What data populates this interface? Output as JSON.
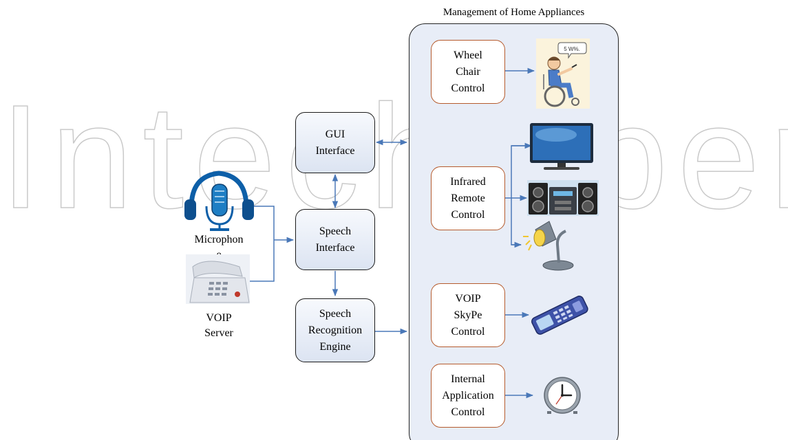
{
  "watermark": "IntechOpen",
  "panel": {
    "title": "Management of Home Appliances"
  },
  "left": {
    "microphone_label": "Microphon\ne",
    "voip_server_label": "VOIP\nServer"
  },
  "center": {
    "gui_interface": "GUI\nInterface",
    "speech_interface": "Speech\nInterface",
    "speech_engine": "Speech\nRecognition\nEngine"
  },
  "appliances": {
    "wheel_chair": "Wheel\nChair\nControl",
    "infrared": "Infrared\nRemote\nControl",
    "voip_skype": "VOIP\nSkyPe\nControl",
    "internal_app": "Internal\nApplication\nControl"
  },
  "images": {
    "wheelchair_bubble": "5 W%."
  },
  "colors": {
    "arrow": "#4a78b8",
    "appliance_border": "#b55a2c",
    "panel_fill": "#e8edf7"
  },
  "icons": [
    "headset-microphone-icon",
    "voip-phone-icon",
    "wheelchair-user-icon",
    "television-icon",
    "stereo-system-icon",
    "desk-lamp-icon",
    "mobile-phone-icon",
    "clock-icon"
  ]
}
